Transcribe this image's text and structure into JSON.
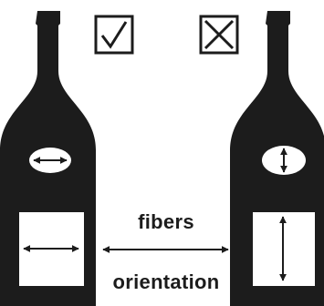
{
  "colors": {
    "ink": "#1c1c1c",
    "paper": "#ffffff"
  },
  "bottles": [
    {
      "id": "left",
      "mark": "check",
      "mark_icon": "check-icon",
      "neck_label_arrow": "horizontal",
      "body_label_arrow": "horizontal"
    },
    {
      "id": "right",
      "mark": "cross",
      "mark_icon": "cross-icon",
      "neck_label_arrow": "vertical",
      "body_label_arrow": "vertical"
    }
  ],
  "labels": {
    "top": "fibers",
    "bottom": "orientation"
  },
  "center_arrow": "horizontal"
}
